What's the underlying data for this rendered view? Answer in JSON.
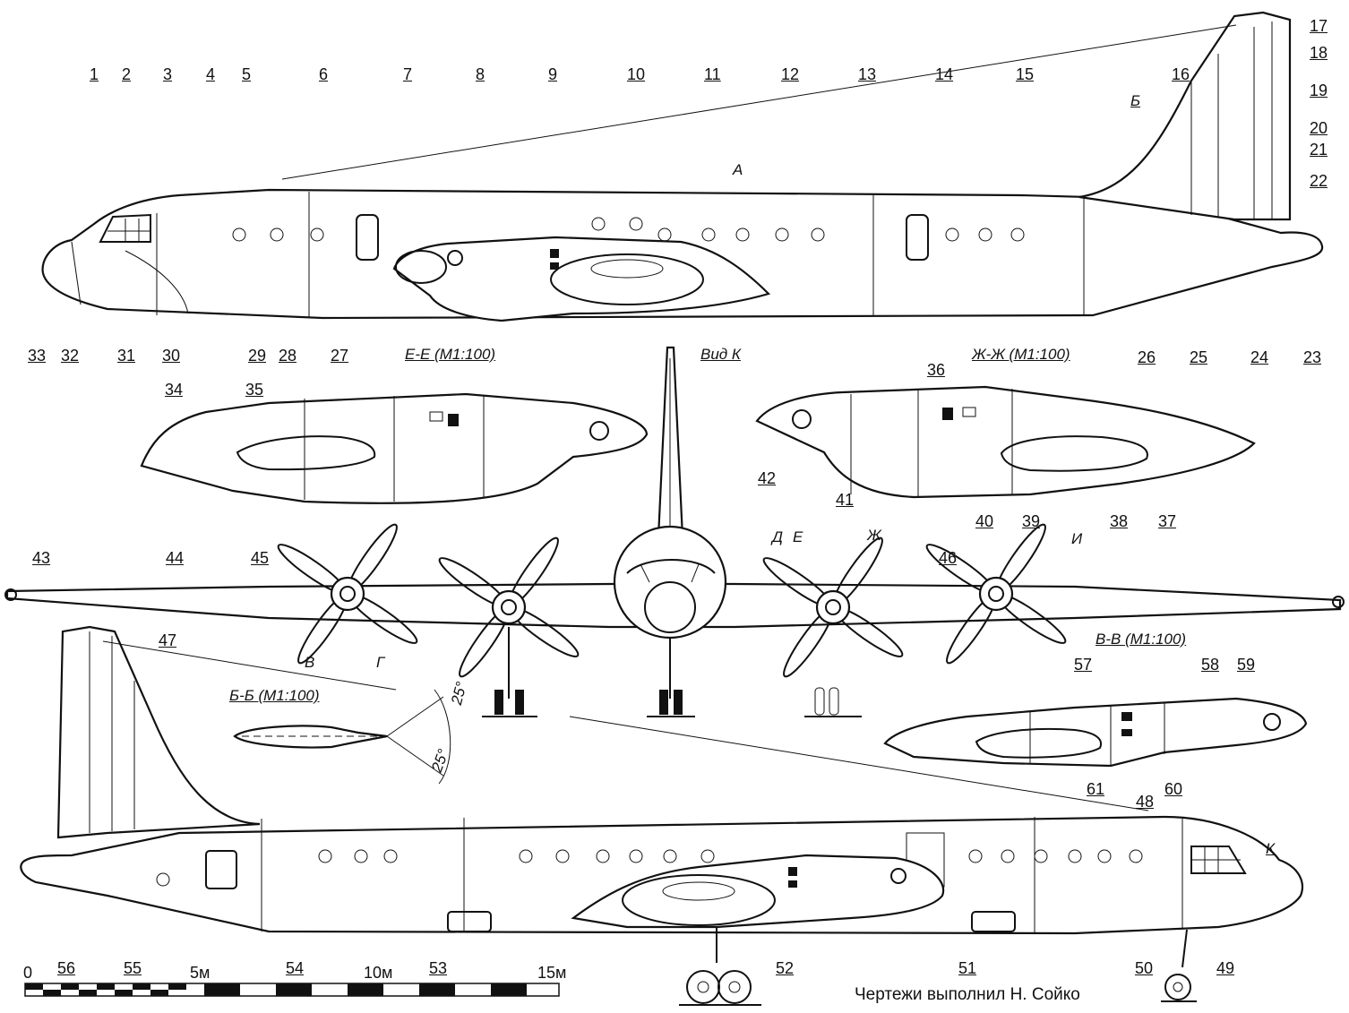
{
  "callouts": [
    "1",
    "2",
    "3",
    "4",
    "5",
    "6",
    "7",
    "8",
    "9",
    "10",
    "11",
    "12",
    "13",
    "14",
    "15",
    "16",
    "17",
    "18",
    "19",
    "20",
    "21",
    "22",
    "23",
    "24",
    "25",
    "26",
    "27",
    "28",
    "29",
    "30",
    "31",
    "32",
    "33",
    "34",
    "35",
    "36",
    "37",
    "38",
    "39",
    "40",
    "41",
    "42",
    "43",
    "44",
    "45",
    "46",
    "47",
    "48",
    "49",
    "50",
    "51",
    "52",
    "53",
    "54",
    "55",
    "56",
    "57",
    "58",
    "59",
    "60",
    "61"
  ],
  "views": {
    "section_ee": "Е-Е (М1:100)",
    "view_k": "Вид К",
    "section_zhzh": "Ж-Ж (М1:100)",
    "section_vv": "В-В (М1:100)",
    "section_bb": "Б-Б (М1:100)"
  },
  "markers": {
    "a": "А",
    "b": "Б",
    "v": "В",
    "g": "Г",
    "d": "Д",
    "e": "Е",
    "zh": "Ж",
    "i": "И",
    "k": "К"
  },
  "angles": {
    "upper": "25°",
    "lower": "25°"
  },
  "scale": {
    "ticks": [
      "0",
      "5м",
      "10м",
      "15м"
    ]
  },
  "author": "Чертежи выполнил Н. Сойко"
}
